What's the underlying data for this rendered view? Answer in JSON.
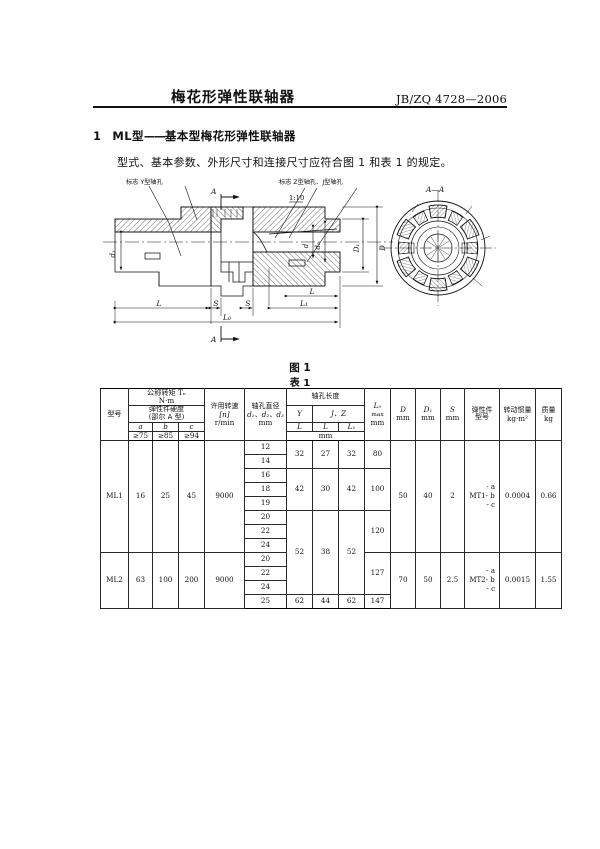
{
  "document": {
    "title": "梅花形弹性联轴器",
    "standard_no": "JB/ZQ 4728—2006"
  },
  "section": {
    "number": "1",
    "heading_model": "ML型",
    "heading_dash": "——",
    "heading_rest": "基本型梅花形弹性联轴器",
    "body": "型式、基本参数、外形尺寸和连接尺寸应符合图 1 和表 1 的规定。"
  },
  "figure": {
    "caption": "图 1",
    "labels": {
      "mark_y": "标志 Y型轴孔",
      "mark_zj": "标志  Z型轴孔、J型轴孔",
      "taper": "1:10",
      "section_arrow_top": "A",
      "section_arrow_bottom": "A",
      "section_view": "A—A",
      "d1": "d₁",
      "d2": "d₂",
      "d": "d",
      "D1": "D₁",
      "D": "D",
      "L": "L",
      "L1": "L₁",
      "L0": "L₀",
      "S": "S"
    }
  },
  "table": {
    "caption": "表 1",
    "headers": {
      "model": "型号",
      "torque_title": "公称转矩 Tₙ",
      "torque_unit": "N·m",
      "hardness_title": "弹性件硬度",
      "hardness_sub": "(邵尔 A 型)",
      "hardness_cols": [
        "a",
        "b",
        "c"
      ],
      "hardness_vals": [
        "≥75",
        "≥85",
        "≥94"
      ],
      "speed_title": "许用转速",
      "speed_sym": "[n]",
      "speed_unit": "r/min",
      "bore_title": "轴孔直径",
      "bore_sym": "d₁、d₂、d₃",
      "bore_unit": "mm",
      "borelen_title": "轴孔长度",
      "borelen_y": "Y",
      "borelen_jz": "J、Z",
      "borelen_L_y": "L",
      "borelen_L_jz": "L",
      "borelen_L1": "L₁",
      "borelen_unit": "mm",
      "L0": "L₀",
      "L0_max": "max",
      "L0_unit": "mm",
      "D": "D",
      "D_unit": "mm",
      "D1": "D₁",
      "D1_unit": "mm",
      "S": "S",
      "S_unit": "mm",
      "elast_title": "弹性件",
      "elast_sub": "型号",
      "inertia_title": "转动惯量",
      "inertia_unit": "kg·m²",
      "mass_title": "质量",
      "mass_unit": "kg"
    },
    "rows": [
      {
        "model": "ML1",
        "torque_a": "16",
        "torque_b": "25",
        "torque_c": "45",
        "speed": "9000",
        "bores": [
          "12",
          "14",
          "16",
          "18",
          "19",
          "20",
          "22",
          "24"
        ],
        "len_groups": [
          {
            "bores": [
              "12",
              "14"
            ],
            "Ly": "32",
            "Ljz": "27",
            "L1": "32"
          },
          {
            "bores": [
              "16",
              "18",
              "19"
            ],
            "Ly": "42",
            "Ljz": "30",
            "L1": "42"
          },
          {
            "bores": [
              "20",
              "22",
              "24"
            ],
            "Ly": "52",
            "Ljz": "38",
            "L1": "52"
          }
        ],
        "L0_groups": [
          {
            "span": 2,
            "value": "80"
          },
          {
            "span": 3,
            "value": "100"
          },
          {
            "span": 3,
            "value": "120"
          }
        ],
        "D": "50",
        "D1": "40",
        "S": "2",
        "elast": "MT1",
        "elast_variants": [
          "- a",
          "- b",
          "- c"
        ],
        "inertia": "0.0004",
        "mass": "0.66"
      },
      {
        "model": "ML2",
        "torque_a": "63",
        "torque_b": "100",
        "torque_c": "200",
        "speed": "9000",
        "bores": [
          "20",
          "22",
          "24",
          "25"
        ],
        "len_groups": [
          {
            "bores": [
              "20",
              "22",
              "24"
            ],
            "Ly": "52",
            "Ljz": "38",
            "L1": "52"
          },
          {
            "bores": [
              "25"
            ],
            "Ly": "62",
            "Ljz": "44",
            "L1": "62"
          }
        ],
        "L0_groups": [
          {
            "span": 3,
            "value": "127"
          },
          {
            "span": 1,
            "value": "147"
          }
        ],
        "D": "70",
        "D1": "50",
        "S": "2.5",
        "elast": "MT2",
        "elast_variants": [
          "- a",
          "- b",
          "- c"
        ],
        "inertia": "0.0015",
        "mass": "1.55"
      }
    ]
  }
}
